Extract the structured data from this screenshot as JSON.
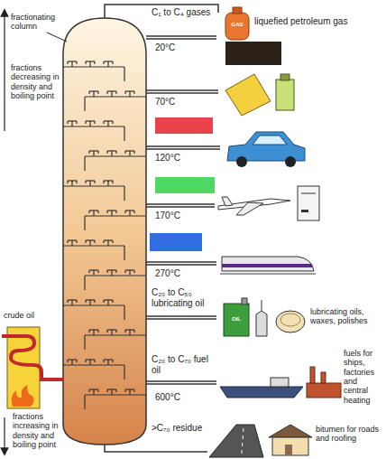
{
  "diagram": {
    "labels": [
      "C₁ to C₄ gases",
      "fractionating column",
      "fractions decreasing in density and boiling point",
      "20°C",
      "liquefied petroleum gas",
      "70°C",
      "120°C",
      "170°C",
      "270°C",
      "C₂₀ to C₅₀ lubricating oil",
      "lubricating oils, waxes, polishes",
      "C₂₀ to C₇₀ fuel oil",
      "fuels for ships, factories and central heating",
      "600°C",
      ">C₇₀ residue",
      "bitumen for roads and roofing",
      "crude oil",
      "fractions increasing in density and boiling point",
      "GAS",
      "OIL"
    ]
  }
}
